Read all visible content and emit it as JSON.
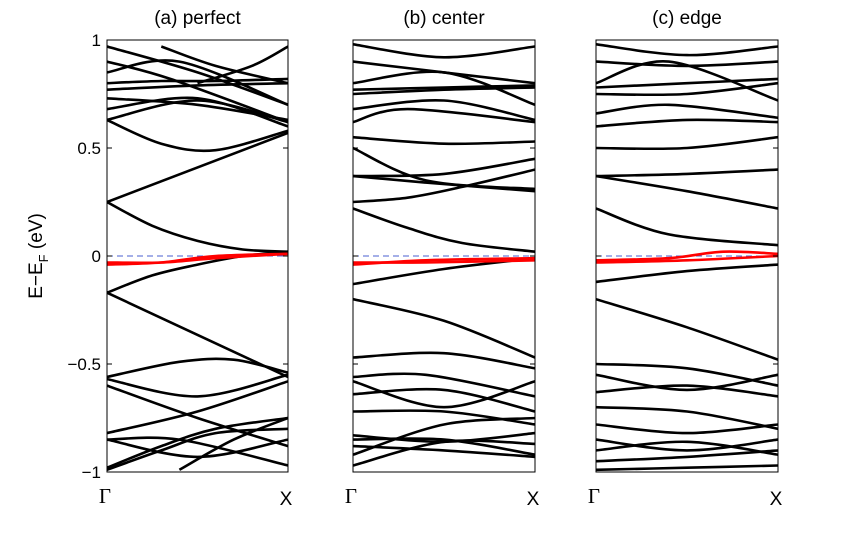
{
  "ylabel": {
    "main": "E−E",
    "sub": "F",
    "unit": " (eV)"
  },
  "chart_data": [
    {
      "type": "line",
      "title": "(a) perfect",
      "xlabel": "",
      "ylabel": "E−E_F (eV)",
      "xlim": [
        0,
        1
      ],
      "ylim": [
        -1,
        1
      ],
      "xticks": [
        "Γ",
        "X"
      ],
      "yticks": [
        "1",
        "0.5",
        "0",
        "−0.5",
        "−1"
      ],
      "fermi_level": 0,
      "grid": false,
      "series": [
        {
          "color": "#000000",
          "x": [
            0,
            1
          ],
          "y": [
            0.25,
            0.57
          ]
        },
        {
          "color": "#000000",
          "x": [
            0,
            0.25,
            0.5,
            0.75,
            1
          ],
          "y": [
            0.25,
            0.14,
            0.07,
            0.03,
            0.02
          ]
        },
        {
          "color": "#000000",
          "x": [
            0,
            0.25,
            0.5,
            0.75,
            1
          ],
          "y": [
            -0.17,
            -0.09,
            -0.04,
            0.0,
            0.02
          ]
        },
        {
          "color": "#000000",
          "x": [
            0,
            1
          ],
          "y": [
            -0.17,
            -0.56
          ]
        },
        {
          "color": "#000000",
          "x": [
            0,
            0.3,
            0.6,
            1
          ],
          "y": [
            0.63,
            0.52,
            0.49,
            0.58
          ]
        },
        {
          "color": "#000000",
          "x": [
            0,
            0.5,
            1
          ],
          "y": [
            0.63,
            0.72,
            0.62
          ]
        },
        {
          "color": "#000000",
          "x": [
            0,
            0.5,
            1
          ],
          "y": [
            0.68,
            0.73,
            0.6
          ]
        },
        {
          "color": "#000000",
          "x": [
            0,
            0.5,
            1
          ],
          "y": [
            0.73,
            0.7,
            0.63
          ]
        },
        {
          "color": "#000000",
          "x": [
            0,
            0.5,
            1
          ],
          "y": [
            0.77,
            0.79,
            0.8
          ]
        },
        {
          "color": "#000000",
          "x": [
            0,
            0.3,
            0.6,
            1
          ],
          "y": [
            0.8,
            0.81,
            0.81,
            0.82
          ]
        },
        {
          "color": "#000000",
          "x": [
            0,
            0.4,
            1
          ],
          "y": [
            0.85,
            0.9,
            0.7
          ]
        },
        {
          "color": "#000000",
          "x": [
            0,
            0.35,
            1
          ],
          "y": [
            0.9,
            0.82,
            0.62
          ]
        },
        {
          "color": "#000000",
          "x": [
            0,
            0.5,
            1
          ],
          "y": [
            0.97,
            0.85,
            0.7
          ]
        },
        {
          "color": "#000000",
          "x": [
            0.3,
            0.6,
            1
          ],
          "y": [
            0.97,
            0.88,
            0.8
          ]
        },
        {
          "color": "#000000",
          "x": [
            0.5,
            0.8,
            1
          ],
          "y": [
            0.8,
            0.88,
            0.97
          ]
        },
        {
          "color": "#000000",
          "x": [
            0,
            0.4,
            0.7,
            1
          ],
          "y": [
            -0.56,
            -0.49,
            -0.48,
            -0.54
          ]
        },
        {
          "color": "#000000",
          "x": [
            0,
            0.5,
            1
          ],
          "y": [
            -0.57,
            -0.65,
            -0.55
          ]
        },
        {
          "color": "#000000",
          "x": [
            0,
            0.5,
            1
          ],
          "y": [
            -0.6,
            -0.75,
            -0.88
          ]
        },
        {
          "color": "#000000",
          "x": [
            0,
            0.5,
            1
          ],
          "y": [
            -0.82,
            -0.72,
            -0.58
          ]
        },
        {
          "color": "#000000",
          "x": [
            0,
            0.4,
            1
          ],
          "y": [
            -0.85,
            -0.85,
            -0.97
          ]
        },
        {
          "color": "#000000",
          "x": [
            0,
            0.5,
            1
          ],
          "y": [
            -0.85,
            -0.93,
            -0.85
          ]
        },
        {
          "color": "#000000",
          "x": [
            0,
            0.3,
            0.6,
            1
          ],
          "y": [
            -0.98,
            -0.88,
            -0.8,
            -0.75
          ]
        },
        {
          "color": "#000000",
          "x": [
            0,
            0.3,
            0.6,
            1
          ],
          "y": [
            -0.99,
            -0.9,
            -0.82,
            -0.8
          ]
        },
        {
          "color": "#000000",
          "x": [
            0.4,
            0.7,
            1
          ],
          "y": [
            -0.99,
            -0.85,
            -0.75
          ]
        },
        {
          "color": "#ff0000",
          "x": [
            0,
            0.3,
            0.6,
            1
          ],
          "y": [
            -0.03,
            -0.03,
            -0.01,
            0.01
          ]
        },
        {
          "color": "#ff0000",
          "x": [
            0,
            0.3,
            0.6,
            1
          ],
          "y": [
            -0.04,
            -0.03,
            0.0,
            0.01
          ]
        }
      ]
    },
    {
      "type": "line",
      "title": "(b) center",
      "xlabel": "",
      "ylabel": "",
      "xlim": [
        0,
        1
      ],
      "ylim": [
        -1,
        1
      ],
      "xticks": [
        "Γ",
        "X"
      ],
      "yticks": [],
      "fermi_level": 0,
      "grid": false,
      "series": [
        {
          "color": "#000000",
          "x": [
            0,
            0.3,
            0.6,
            1
          ],
          "y": [
            0.25,
            0.27,
            0.32,
            0.4
          ]
        },
        {
          "color": "#000000",
          "x": [
            0,
            0.3,
            0.6,
            1
          ],
          "y": [
            0.22,
            0.13,
            0.06,
            0.02
          ]
        },
        {
          "color": "#000000",
          "x": [
            0,
            0.5,
            1
          ],
          "y": [
            0.37,
            0.38,
            0.45
          ]
        },
        {
          "color": "#000000",
          "x": [
            0,
            0.4,
            1
          ],
          "y": [
            0.37,
            0.34,
            0.3
          ]
        },
        {
          "color": "#000000",
          "x": [
            0,
            0.5,
            1
          ],
          "y": [
            -0.13,
            -0.06,
            -0.01
          ]
        },
        {
          "color": "#000000",
          "x": [
            0,
            0.5,
            1
          ],
          "y": [
            -0.2,
            -0.3,
            -0.47
          ]
        },
        {
          "color": "#000000",
          "x": [
            0,
            0.5,
            1
          ],
          "y": [
            -0.47,
            -0.45,
            -0.52
          ]
        },
        {
          "color": "#000000",
          "x": [
            0,
            0.4,
            1
          ],
          "y": [
            0.5,
            0.35,
            0.31
          ]
        },
        {
          "color": "#000000",
          "x": [
            0,
            0.5,
            1
          ],
          "y": [
            0.55,
            0.52,
            0.53
          ]
        },
        {
          "color": "#000000",
          "x": [
            0,
            0.3,
            1
          ],
          "y": [
            0.62,
            0.68,
            0.62
          ]
        },
        {
          "color": "#000000",
          "x": [
            0,
            0.5,
            1
          ],
          "y": [
            0.68,
            0.72,
            0.63
          ]
        },
        {
          "color": "#000000",
          "x": [
            0,
            0.5,
            1
          ],
          "y": [
            0.75,
            0.77,
            0.78
          ]
        },
        {
          "color": "#000000",
          "x": [
            0,
            0.5,
            1
          ],
          "y": [
            0.77,
            0.78,
            0.79
          ]
        },
        {
          "color": "#000000",
          "x": [
            0,
            0.5,
            1
          ],
          "y": [
            0.8,
            0.85,
            0.7
          ]
        },
        {
          "color": "#000000",
          "x": [
            0,
            0.5,
            1
          ],
          "y": [
            0.9,
            0.85,
            0.8
          ]
        },
        {
          "color": "#000000",
          "x": [
            0,
            0.5,
            1
          ],
          "y": [
            0.98,
            0.92,
            0.97
          ]
        },
        {
          "color": "#000000",
          "x": [
            0,
            0.4,
            1
          ],
          "y": [
            -0.56,
            -0.55,
            -0.65
          ]
        },
        {
          "color": "#000000",
          "x": [
            0,
            0.5,
            1
          ],
          "y": [
            -0.58,
            -0.7,
            -0.58
          ]
        },
        {
          "color": "#000000",
          "x": [
            0,
            0.5,
            1
          ],
          "y": [
            -0.64,
            -0.62,
            -0.72
          ]
        },
        {
          "color": "#000000",
          "x": [
            0,
            0.5,
            1
          ],
          "y": [
            -0.72,
            -0.72,
            -0.78
          ]
        },
        {
          "color": "#000000",
          "x": [
            0,
            0.5,
            1
          ],
          "y": [
            -0.83,
            -0.86,
            -0.82
          ]
        },
        {
          "color": "#000000",
          "x": [
            0,
            0.5,
            1
          ],
          "y": [
            -0.85,
            -0.85,
            -0.92
          ]
        },
        {
          "color": "#000000",
          "x": [
            0,
            0.5,
            1
          ],
          "y": [
            -0.88,
            -0.9,
            -0.93
          ]
        },
        {
          "color": "#000000",
          "x": [
            0,
            0.5,
            1
          ],
          "y": [
            -0.92,
            -0.78,
            -0.75
          ]
        },
        {
          "color": "#000000",
          "x": [
            0,
            0.5,
            1
          ],
          "y": [
            -0.97,
            -0.86,
            -0.87
          ]
        },
        {
          "color": "#ff0000",
          "x": [
            0,
            0.4,
            1
          ],
          "y": [
            -0.03,
            -0.03,
            -0.02
          ]
        },
        {
          "color": "#ff0000",
          "x": [
            0,
            0.4,
            1
          ],
          "y": [
            -0.04,
            -0.02,
            -0.01
          ]
        }
      ]
    },
    {
      "type": "line",
      "title": "(c) edge",
      "xlabel": "",
      "ylabel": "",
      "xlim": [
        0,
        1
      ],
      "ylim": [
        -1,
        1
      ],
      "xticks": [
        "Γ",
        "X"
      ],
      "yticks": [],
      "fermi_level": 0,
      "grid": false,
      "series": [
        {
          "color": "#000000",
          "x": [
            0,
            0.4,
            1
          ],
          "y": [
            0.22,
            0.1,
            0.05
          ]
        },
        {
          "color": "#000000",
          "x": [
            0,
            0.5,
            1
          ],
          "y": [
            0.37,
            0.38,
            0.4
          ]
        },
        {
          "color": "#000000",
          "x": [
            0,
            0.5,
            1
          ],
          "y": [
            0.37,
            0.3,
            0.22
          ]
        },
        {
          "color": "#000000",
          "x": [
            0,
            0.5,
            1
          ],
          "y": [
            -0.12,
            -0.07,
            -0.04
          ]
        },
        {
          "color": "#000000",
          "x": [
            0,
            0.5,
            1
          ],
          "y": [
            -0.2,
            -0.33,
            -0.48
          ]
        },
        {
          "color": "#000000",
          "x": [
            0,
            0.5,
            1
          ],
          "y": [
            0.5,
            0.5,
            0.55
          ]
        },
        {
          "color": "#000000",
          "x": [
            0,
            0.5,
            1
          ],
          "y": [
            0.6,
            0.63,
            0.62
          ]
        },
        {
          "color": "#000000",
          "x": [
            0,
            0.4,
            1
          ],
          "y": [
            0.66,
            0.7,
            0.64
          ]
        },
        {
          "color": "#000000",
          "x": [
            0,
            0.5,
            1
          ],
          "y": [
            0.75,
            0.75,
            0.8
          ]
        },
        {
          "color": "#000000",
          "x": [
            0,
            0.5,
            1
          ],
          "y": [
            0.78,
            0.8,
            0.82
          ]
        },
        {
          "color": "#000000",
          "x": [
            0,
            0.4,
            1
          ],
          "y": [
            0.8,
            0.9,
            0.72
          ]
        },
        {
          "color": "#000000",
          "x": [
            0,
            0.5,
            1
          ],
          "y": [
            0.9,
            0.88,
            0.9
          ]
        },
        {
          "color": "#000000",
          "x": [
            0,
            0.5,
            1
          ],
          "y": [
            0.98,
            0.93,
            0.97
          ]
        },
        {
          "color": "#000000",
          "x": [
            0,
            0.5,
            1
          ],
          "y": [
            -0.5,
            -0.52,
            -0.6
          ]
        },
        {
          "color": "#000000",
          "x": [
            0,
            0.5,
            1
          ],
          "y": [
            -0.55,
            -0.62,
            -0.55
          ]
        },
        {
          "color": "#000000",
          "x": [
            0,
            0.5,
            1
          ],
          "y": [
            -0.63,
            -0.6,
            -0.65
          ]
        },
        {
          "color": "#000000",
          "x": [
            0,
            0.5,
            1
          ],
          "y": [
            -0.7,
            -0.72,
            -0.8
          ]
        },
        {
          "color": "#000000",
          "x": [
            0,
            0.5,
            1
          ],
          "y": [
            -0.78,
            -0.82,
            -0.78
          ]
        },
        {
          "color": "#000000",
          "x": [
            0,
            0.5,
            1
          ],
          "y": [
            -0.85,
            -0.9,
            -0.85
          ]
        },
        {
          "color": "#000000",
          "x": [
            0,
            0.5,
            1
          ],
          "y": [
            -0.9,
            -0.86,
            -0.92
          ]
        },
        {
          "color": "#000000",
          "x": [
            0,
            0.5,
            1
          ],
          "y": [
            -0.95,
            -0.93,
            -0.9
          ]
        },
        {
          "color": "#000000",
          "x": [
            0,
            0.5,
            1
          ],
          "y": [
            -0.99,
            -0.98,
            -0.97
          ]
        },
        {
          "color": "#ff0000",
          "x": [
            0,
            0.4,
            0.7,
            1
          ],
          "y": [
            -0.02,
            -0.01,
            0.02,
            0.01
          ]
        },
        {
          "color": "#ff0000",
          "x": [
            0,
            0.5,
            1
          ],
          "y": [
            -0.03,
            -0.02,
            0.0
          ]
        }
      ]
    }
  ]
}
